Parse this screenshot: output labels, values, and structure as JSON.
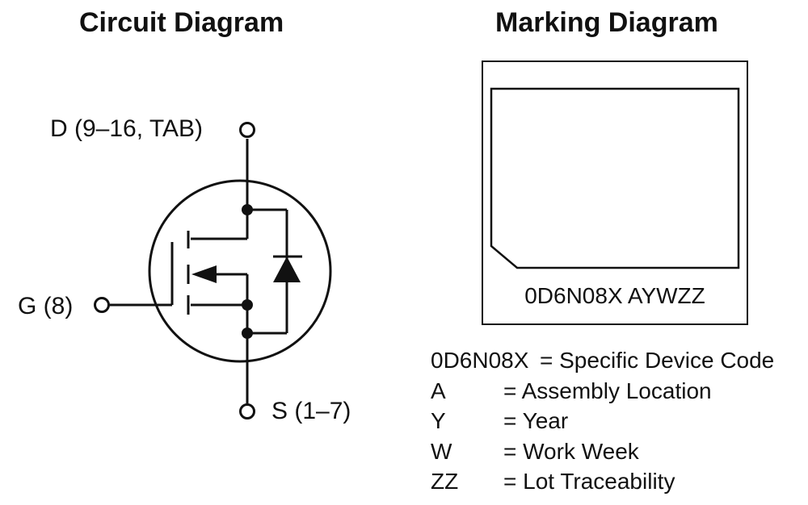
{
  "circuit": {
    "title": "Circuit Diagram",
    "pins": {
      "drain": "D (9–16, TAB)",
      "gate": "G (8)",
      "source": "S (1–7)"
    }
  },
  "marking": {
    "title": "Marking Diagram",
    "code_line": "0D6N08X AYWZZ",
    "legend": [
      {
        "code": "0D6N08X",
        "desc": "= Specific Device Code"
      },
      {
        "code": "A",
        "desc": "= Assembly Location"
      },
      {
        "code": "Y",
        "desc": "= Year"
      },
      {
        "code": "W",
        "desc": "= Work Week"
      },
      {
        "code": "ZZ",
        "desc": "= Lot Traceability"
      }
    ]
  }
}
